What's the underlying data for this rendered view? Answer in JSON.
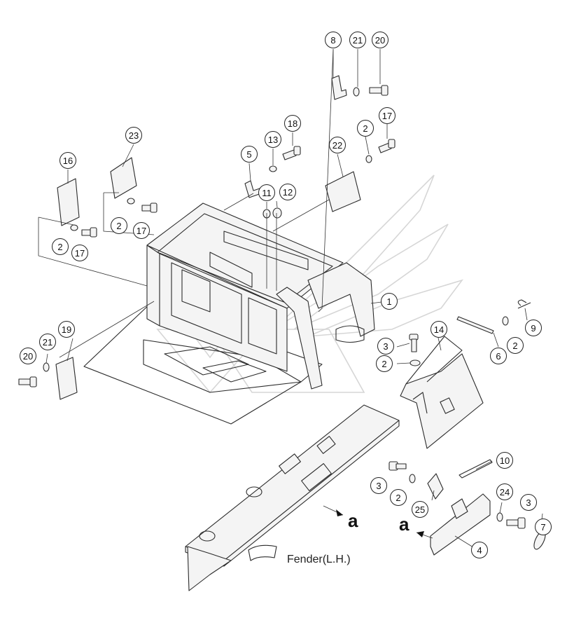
{
  "figure": {
    "title": "Fender(L.H.)",
    "view_marker_left": "a",
    "view_marker_right": "a"
  },
  "callouts": [
    {
      "id": "8"
    },
    {
      "id": "21"
    },
    {
      "id": "20"
    },
    {
      "id": "2"
    },
    {
      "id": "17"
    },
    {
      "id": "18"
    },
    {
      "id": "13"
    },
    {
      "id": "22"
    },
    {
      "id": "23"
    },
    {
      "id": "5"
    },
    {
      "id": "16"
    },
    {
      "id": "11"
    },
    {
      "id": "12"
    },
    {
      "id": "2"
    },
    {
      "id": "17"
    },
    {
      "id": "2"
    },
    {
      "id": "17"
    },
    {
      "id": "1"
    },
    {
      "id": "9"
    },
    {
      "id": "14"
    },
    {
      "id": "3"
    },
    {
      "id": "2"
    },
    {
      "id": "2"
    },
    {
      "id": "6"
    },
    {
      "id": "19"
    },
    {
      "id": "21"
    },
    {
      "id": "20"
    },
    {
      "id": "10"
    },
    {
      "id": "3"
    },
    {
      "id": "2"
    },
    {
      "id": "25"
    },
    {
      "id": "24"
    },
    {
      "id": "3"
    },
    {
      "id": "7"
    },
    {
      "id": "4"
    }
  ],
  "colors": {
    "line": "#2b2b2b",
    "watermark": "#d6d6d6",
    "background": "#ffffff"
  }
}
